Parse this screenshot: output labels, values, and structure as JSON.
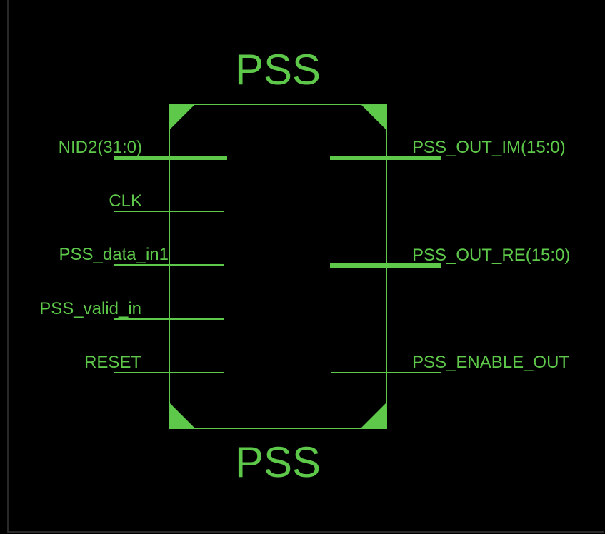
{
  "colors": {
    "wire": "#5ec84a",
    "background": "#000000"
  },
  "block": {
    "title_top": "PSS",
    "title_bottom": "PSS"
  },
  "ports": {
    "inputs": [
      {
        "name": "NID2(31:0)",
        "bus": true
      },
      {
        "name": "CLK",
        "bus": false
      },
      {
        "name": "PSS_data_in1",
        "bus": false
      },
      {
        "name": "PSS_valid_in",
        "bus": false
      },
      {
        "name": "RESET",
        "bus": false
      }
    ],
    "outputs": [
      {
        "name": "PSS_OUT_IM(15:0)",
        "bus": true
      },
      {
        "name": "PSS_OUT_RE(15:0)",
        "bus": true
      },
      {
        "name": "PSS_ENABLE_OUT",
        "bus": false
      }
    ]
  }
}
